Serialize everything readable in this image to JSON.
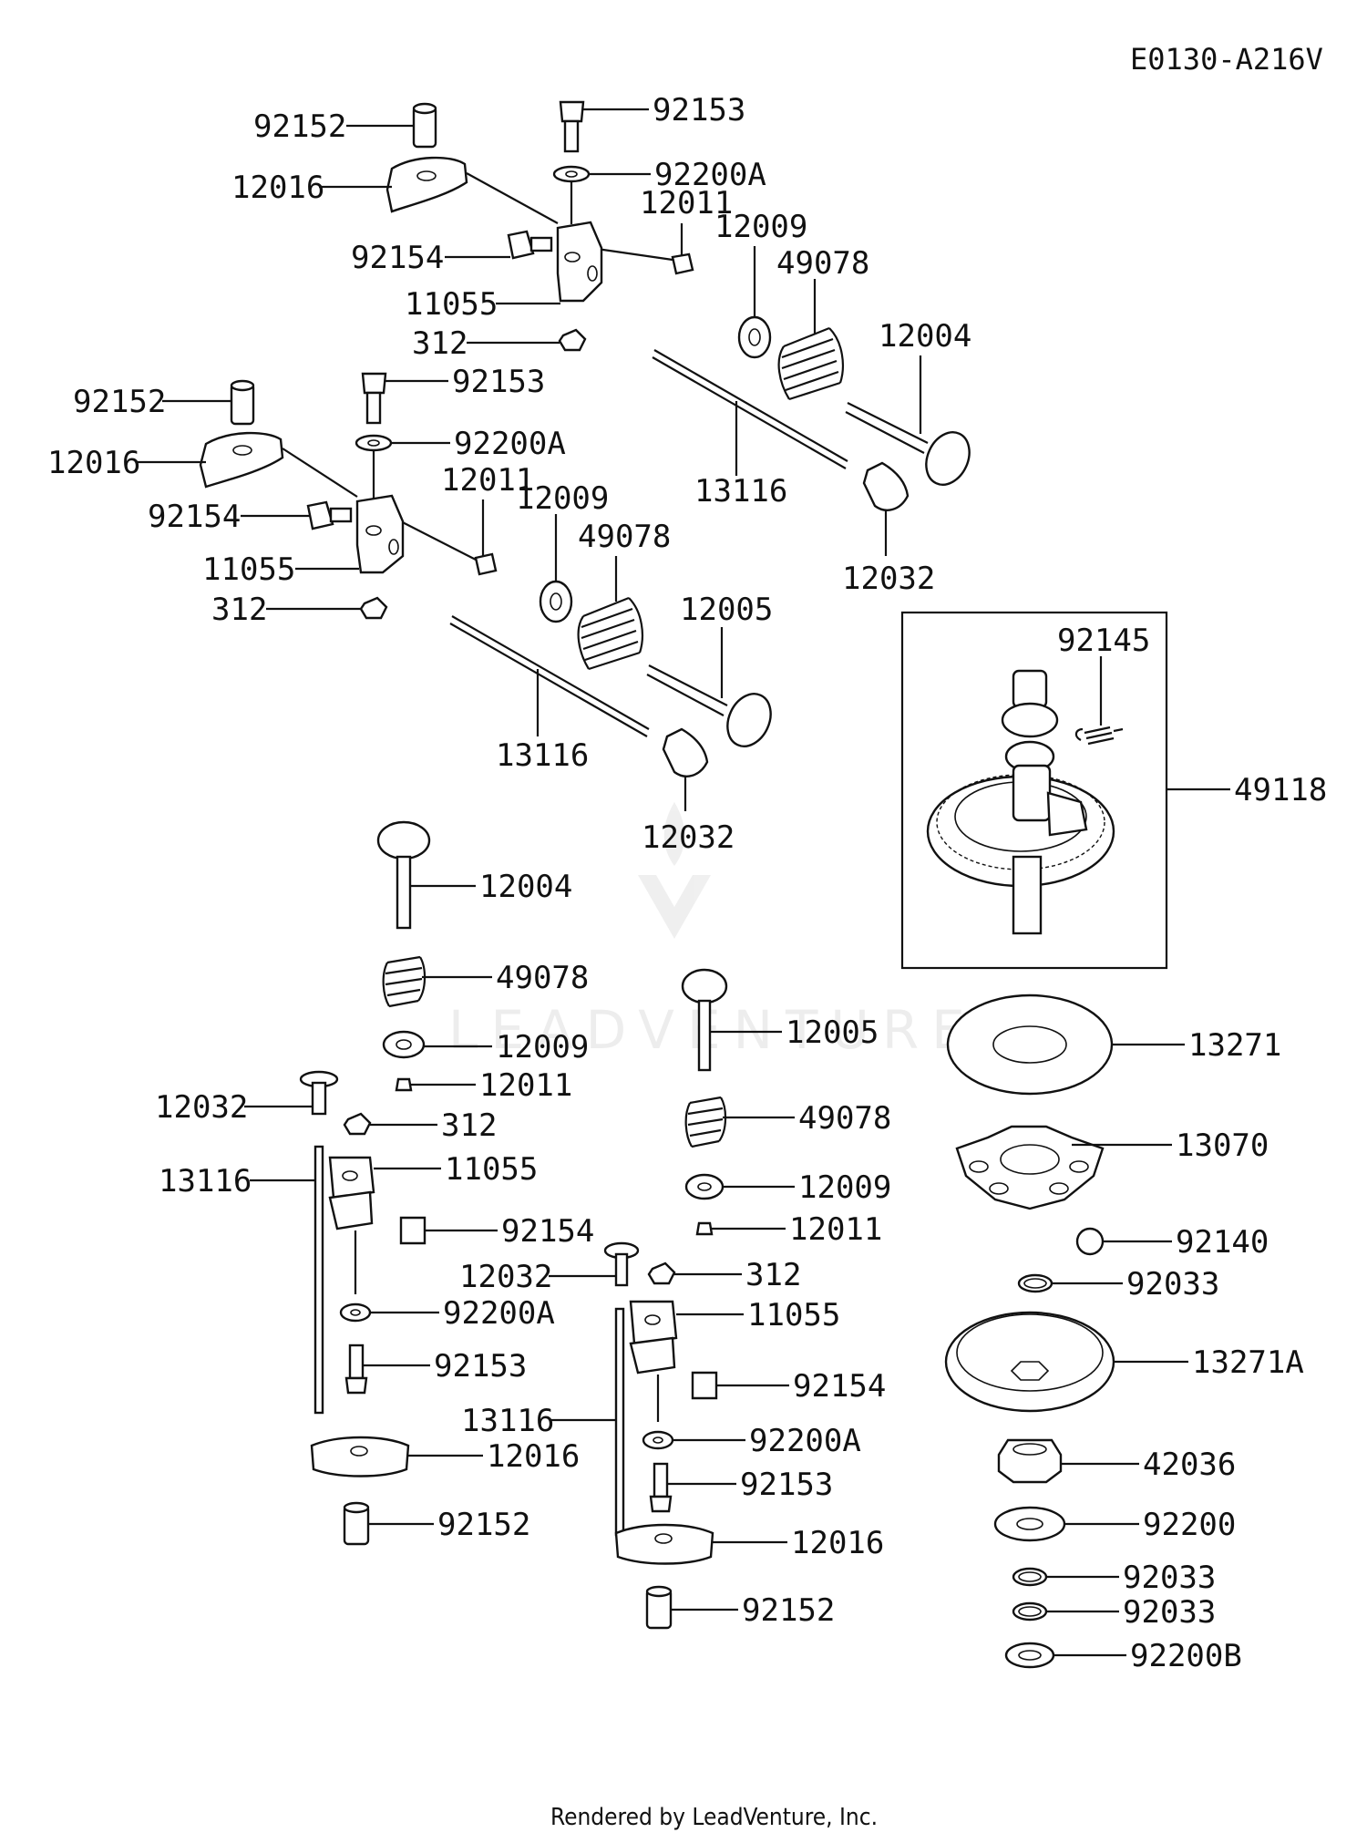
{
  "diagram_code": "E0130-A216V",
  "footer": "Rendered by LeadVenture, Inc.",
  "watermark": "LEADVENTURE",
  "parts": {
    "a_92152": "92152",
    "a_12016": "12016",
    "a_92153": "92153",
    "a_92200A": "92200A",
    "a_12011": "12011",
    "a_12009": "12009",
    "a_49078": "49078",
    "a_92154": "92154",
    "a_11055": "11055",
    "a_312": "312",
    "a_12004": "12004",
    "a_13116": "13116",
    "a_12032": "12032",
    "b_92152": "92152",
    "b_12016": "12016",
    "b_92153": "92153",
    "b_92200A": "92200A",
    "b_12011": "12011",
    "b_12009": "12009",
    "b_49078": "49078",
    "b_92154": "92154",
    "b_11055": "11055",
    "b_312": "312",
    "b_12005": "12005",
    "b_13116": "13116",
    "b_12032": "12032",
    "cam_92145": "92145",
    "cam_49118": "49118",
    "c_12004": "12004",
    "c_49078": "49078",
    "c_12009": "12009",
    "c_12011": "12011",
    "c_12032": "12032",
    "c_312": "312",
    "c_13116": "13116",
    "c_11055": "11055",
    "c_92154": "92154",
    "c_92200A": "92200A",
    "c_92153": "92153",
    "c_12016": "12016",
    "c_92152": "92152",
    "d_12005": "12005",
    "d_49078": "49078",
    "d_12009": "12009",
    "d_12011": "12011",
    "d_12032": "12032",
    "d_312": "312",
    "d_11055": "11055",
    "d_92154": "92154",
    "d_13116": "13116",
    "d_92200A": "92200A",
    "d_92153": "92153",
    "d_12016": "12016",
    "d_92152": "92152",
    "e_13271": "13271",
    "e_13070": "13070",
    "e_92140": "92140",
    "e_92033": "92033",
    "e_13271A": "13271A",
    "e_42036": "42036",
    "e_92200": "92200",
    "e_92033b": "92033",
    "e_92033c": "92033",
    "e_92200B": "92200B"
  }
}
